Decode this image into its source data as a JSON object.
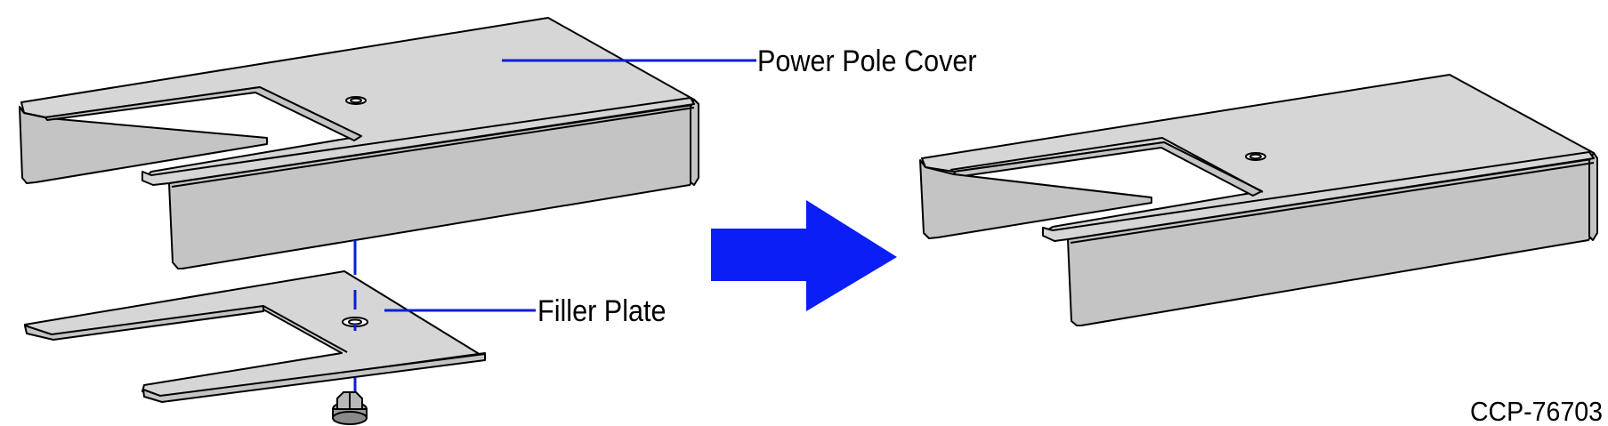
{
  "callouts": {
    "cover_label": "Power Pole Cover",
    "plate_label": "Filler Plate"
  },
  "figure_id": "CCP-76703",
  "colors": {
    "part_fill": "#d6d6d6",
    "part_face": "#c4c4c4",
    "outline": "#000000",
    "leader_line": "#0b1fd6",
    "arrow": "#0a1ef5"
  },
  "icons": {
    "arrow": "right-arrow-icon",
    "fastener": "hex-nut-icon"
  }
}
